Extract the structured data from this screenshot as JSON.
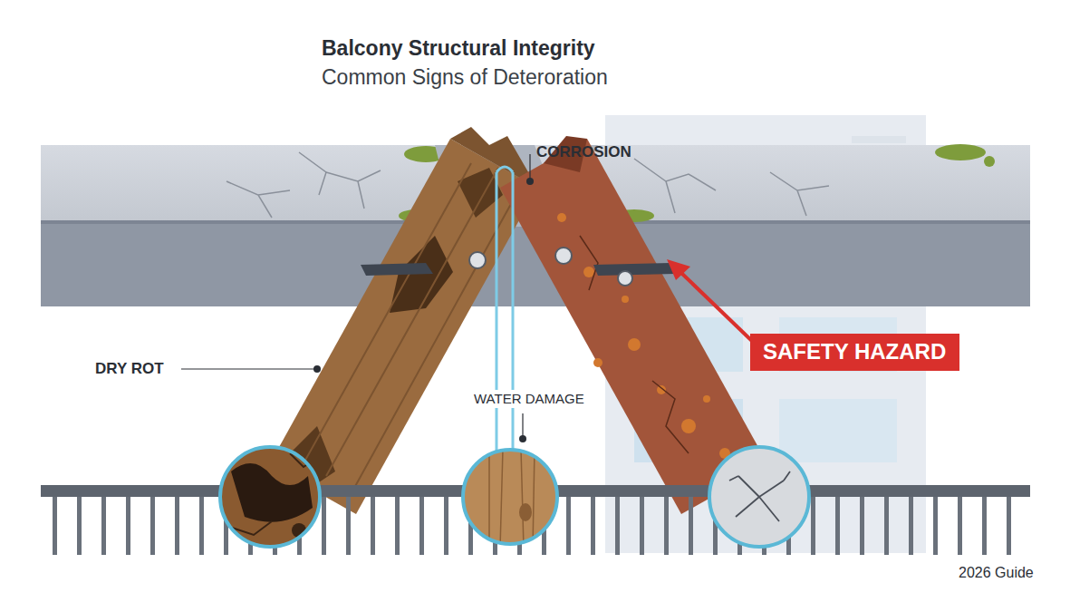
{
  "diagram": {
    "title": "Balcony Structural Integrity",
    "nodes": [
      {
        "text": [
          "SAFETY HAZARD"
        ]
      }
    ],
    "labels": [
      "Common Signs of Deteroration",
      "CORROSION",
      "DRY ROT",
      "WATER DAMAGE",
      "2026 Guide"
    ]
  }
}
